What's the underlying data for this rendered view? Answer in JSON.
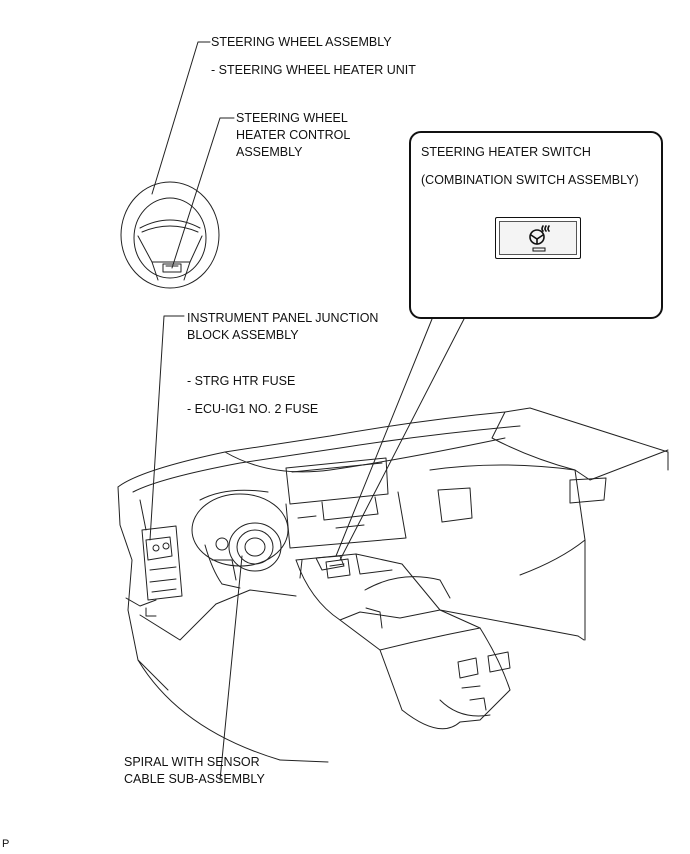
{
  "labels": {
    "steering_wheel_assembly": "STEERING WHEEL ASSEMBLY",
    "steering_wheel_heater_unit": "- STEERING WHEEL HEATER UNIT",
    "heater_control_line1": "STEERING WHEEL",
    "heater_control_line2": "HEATER CONTROL",
    "heater_control_line3": "ASSEMBLY",
    "junction_block_line1": "INSTRUMENT PANEL JUNCTION",
    "junction_block_line2": "BLOCK ASSEMBLY",
    "strg_htr_fuse": "- STRG HTR FUSE",
    "ecu_ig1_fuse": "- ECU-IG1 NO. 2 FUSE",
    "spiral_line1": "SPIRAL WITH SENSOR",
    "spiral_line2": "CABLE SUB-ASSEMBLY",
    "page_marker": "P"
  },
  "callout": {
    "title_line1": "STEERING HEATER SWITCH",
    "title_line2": "(COMBINATION SWITCH ASSEMBLY)"
  },
  "icons": [
    "steering-heater-icon"
  ]
}
